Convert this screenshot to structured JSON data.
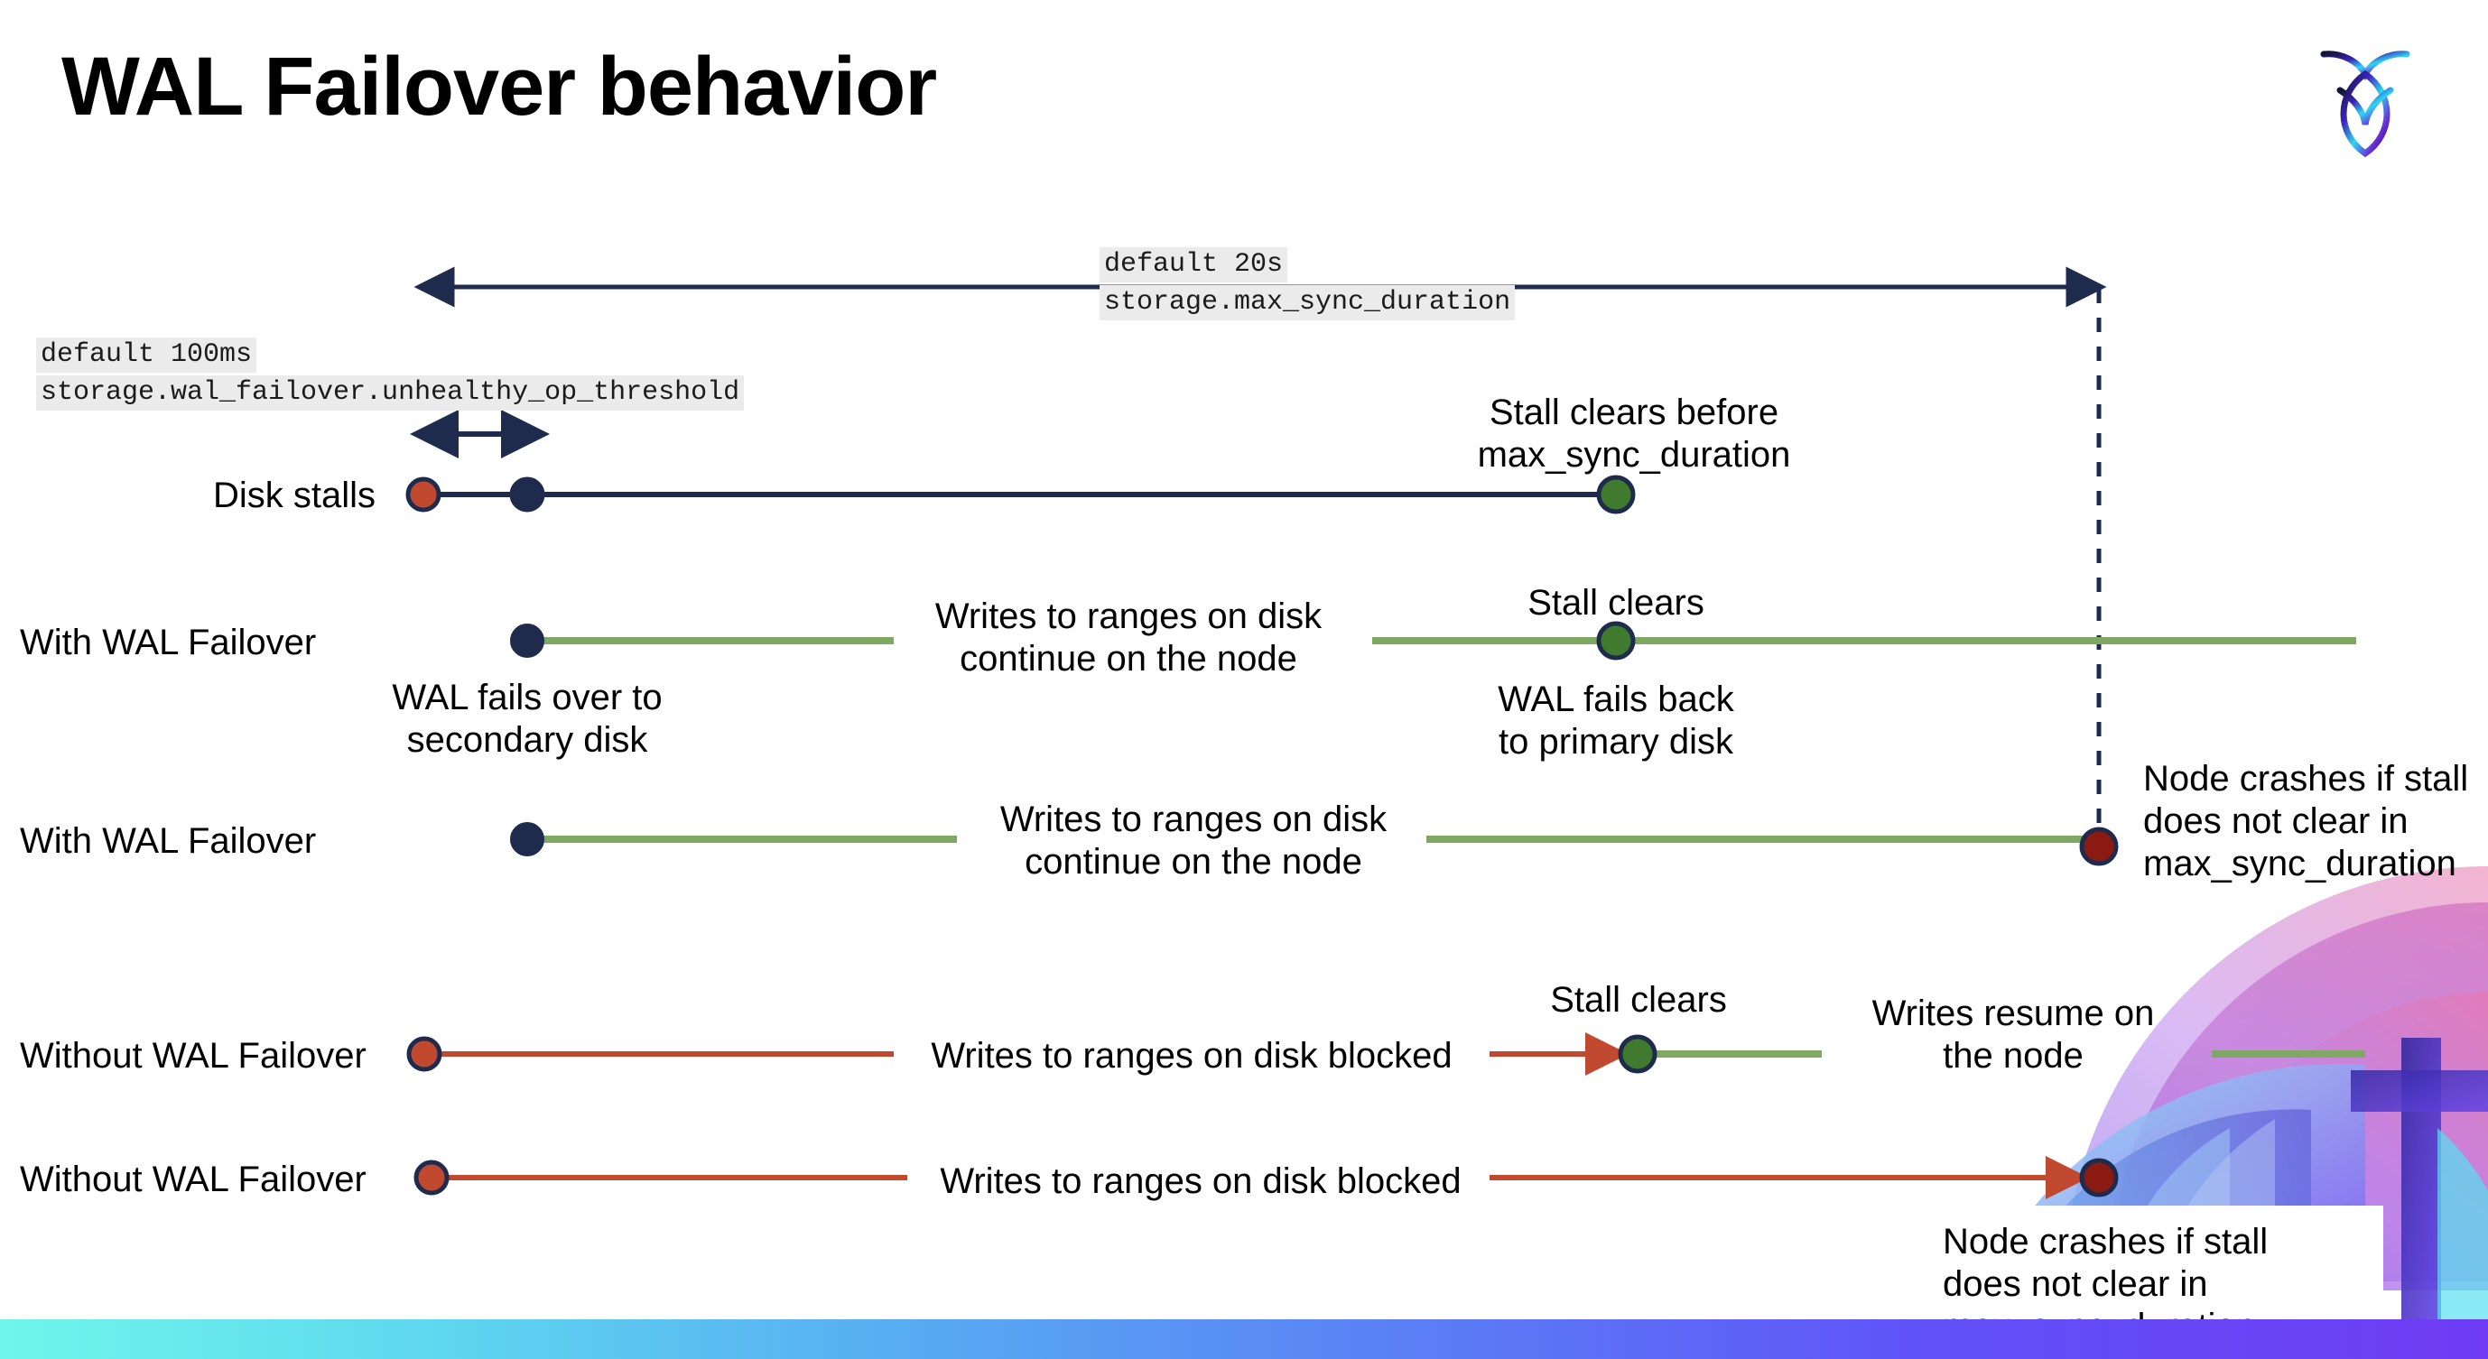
{
  "slide": {
    "title": "WAL Failover behavior",
    "logo_name": "cockroachdb-logo"
  },
  "settings": {
    "max_sync": {
      "default_label": "default 20s",
      "setting_label": "storage.max_sync_duration"
    },
    "unhealthy_op": {
      "default_label": "default 100ms",
      "setting_label": "storage.wal_failover.unhealthy_op_threshold"
    }
  },
  "rows": [
    {
      "label": "Disk stalls"
    },
    {
      "label": "With WAL Failover"
    },
    {
      "label": "With WAL Failover"
    },
    {
      "label": "Without WAL Failover"
    },
    {
      "label": "Without WAL Failover"
    }
  ],
  "annotations": {
    "stall_clears_before": "Stall clears before\nmax_sync_duration",
    "stall_clears_before_l1": "Stall clears before",
    "stall_clears_before_l2": "max_sync_duration",
    "writes_continue_l1": "Writes to ranges on disk",
    "writes_continue_l2": "continue on the node",
    "stall_clears": "Stall clears",
    "wal_fails_over_l1": "WAL fails over to",
    "wal_fails_over_l2": "secondary disk",
    "wal_fails_back_l1": "WAL fails  back",
    "wal_fails_back_l2": "to primary disk",
    "node_crashes_l1": "Node crashes if stall",
    "node_crashes_l2": "does not clear in",
    "node_crashes_l3": "max_sync_duration",
    "writes_blocked": "Writes to ranges on disk  blocked",
    "writes_resume_l1": "Writes resume on",
    "writes_resume_l2": "the node"
  },
  "colors": {
    "navy": "#1E2B4D",
    "orange": "#C0492F",
    "green_line": "#7FA963",
    "green_dot": "#3F7A2E",
    "dark_red": "#8B1A12",
    "code_bg": "#EBEBEB",
    "bar_start": "#6FF6EA",
    "bar_end": "#6F3BF4"
  }
}
